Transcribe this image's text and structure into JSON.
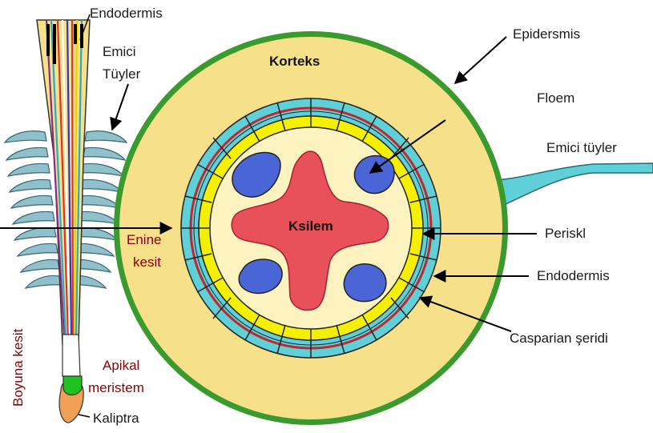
{
  "labels": {
    "endodermis_top": "Endodermis",
    "emici": "Emici",
    "tuyler": "Tüyler",
    "epidersmis": "Epidersmis",
    "korteks": "Korteks",
    "floem": "Floem",
    "emici_tuyler": "Emici tüyler",
    "enine": "Enine",
    "kesit": "kesit",
    "ksilem": "Ksilem",
    "periskl": "Periskl",
    "endodermis_right": "Endodermis",
    "casparian": "Casparian şeridi",
    "boyuna_kesit": "Boyuna kesit",
    "apikal": "Apikal",
    "meristem": "meristem",
    "kaliptra": "Kaliptra"
  },
  "colors": {
    "cortex": "#f6e08a",
    "epidermis": "#3a9a2e",
    "endodermis_ring": "#5fcfd8",
    "casparian": "#c0282e",
    "pericycle": "#f4f000",
    "pith": "#fdf3c0",
    "xylem": "#e8505a",
    "phloem": "#4a66d6",
    "meristem": "#1fc01f",
    "calyptra": "#f2a055"
  }
}
